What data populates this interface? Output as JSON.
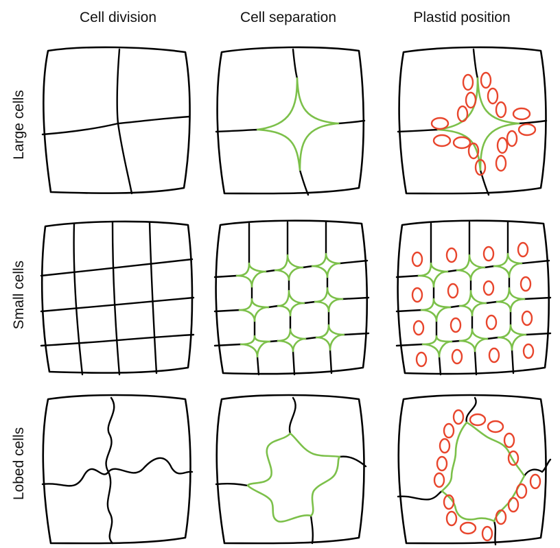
{
  "columns": [
    "Cell division",
    "Cell separation",
    "Plastid position"
  ],
  "rows": [
    "Large cells",
    "Small cells",
    "Lobed cells"
  ],
  "colors": {
    "wall": "#000000",
    "separation": "#7cc04a",
    "plastid": "#e8452c"
  }
}
